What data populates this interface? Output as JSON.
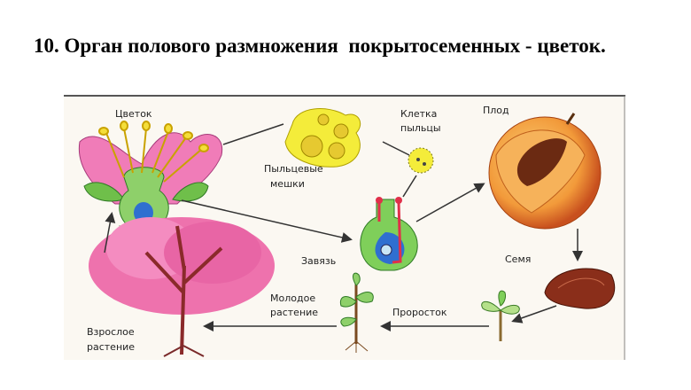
{
  "title": "10. Орган полового размножения  покрытосеменных - цветок.",
  "diagram": {
    "labels": {
      "flower": "Цветок",
      "pollen_cell_1": "Клетка",
      "pollen_cell_2": "пыльцы",
      "fruit": "Плод",
      "pollen_sacs_1": "Пыльцевые",
      "pollen_sacs_2": "мешки",
      "ovary": "Завязь",
      "seed": "Семя",
      "young_plant_1": "Молодое",
      "young_plant_2": "растение",
      "sprout": "Проросток",
      "adult_plant_1": "Взрослое",
      "adult_plant_2": "растение"
    }
  }
}
